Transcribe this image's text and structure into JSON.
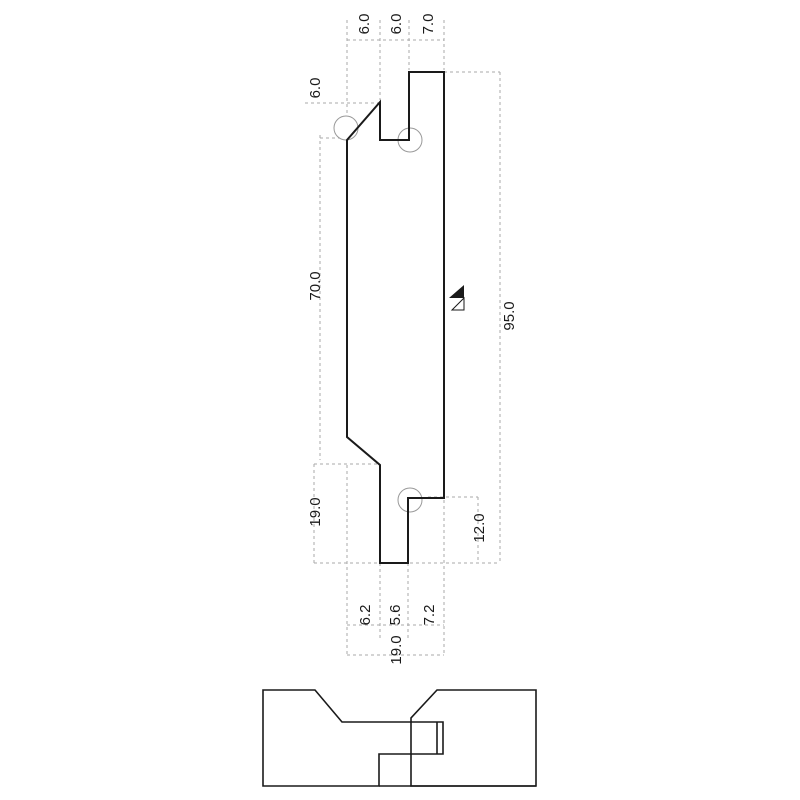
{
  "dimensions": {
    "top_width_1": "6.0",
    "top_width_2": "6.0",
    "top_width_3": "7.0",
    "chamfer": "6.0",
    "face_height": "70.0",
    "total_height": "95.0",
    "bottom_height": "19.0",
    "tongue_height": "12.0",
    "bottom_width_1": "6.2",
    "bottom_width_2": "5.6",
    "bottom_width_3": "7.2",
    "bottom_total_width": "19.0"
  },
  "marker_icon": "grain-direction-triangle-icon"
}
